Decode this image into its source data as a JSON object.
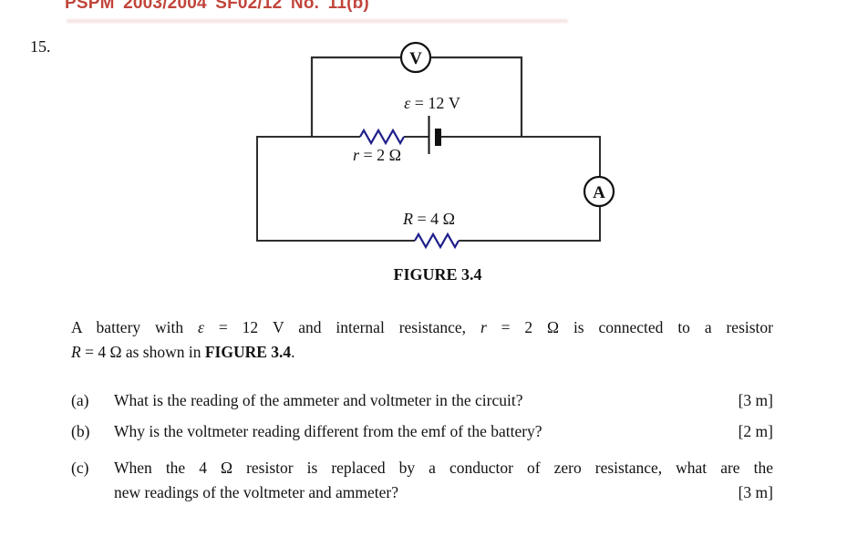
{
  "header": {
    "ref": "PSPM 2003/2004 SF02/12 No. 11(b)"
  },
  "item_number": "15.",
  "figure": {
    "caption": "FIGURE 3.4",
    "voltmeter_label": "V",
    "ammeter_label": "A",
    "emf_symbol": "ε",
    "emf_value": " = 12 V",
    "internal_r_symbol": "r",
    "internal_r_value": " = 2 Ω",
    "load_r_symbol": "R",
    "load_r_value": " = 4 Ω",
    "colors": {
      "wire": "#2e2e2e",
      "resistor_zigzag": "#1e1e8a",
      "header_red": "#c1453b",
      "text": "#121212"
    }
  },
  "intro": {
    "line1": [
      "A battery with ",
      "ε",
      " = 12 V and internal resistance, ",
      "r",
      " = 2 Ω is connected to a resistor"
    ],
    "line2": [
      "R",
      " = 4 Ω as shown in ",
      "FIGURE 3.4",
      "."
    ]
  },
  "questions": [
    {
      "label": "(a)",
      "text": "What is the reading of the ammeter and voltmeter in the circuit?",
      "marks": "[3 m]"
    },
    {
      "label": "(b)",
      "text": "Why is the voltmeter reading different from the emf of the battery?",
      "marks": "[2 m]"
    },
    {
      "label": "(c)",
      "line1": "When the 4 Ω resistor is replaced by a conductor of zero resistance, what are the",
      "line2": "new readings of the voltmeter and ammeter?",
      "marks": "[3 m]"
    }
  ]
}
